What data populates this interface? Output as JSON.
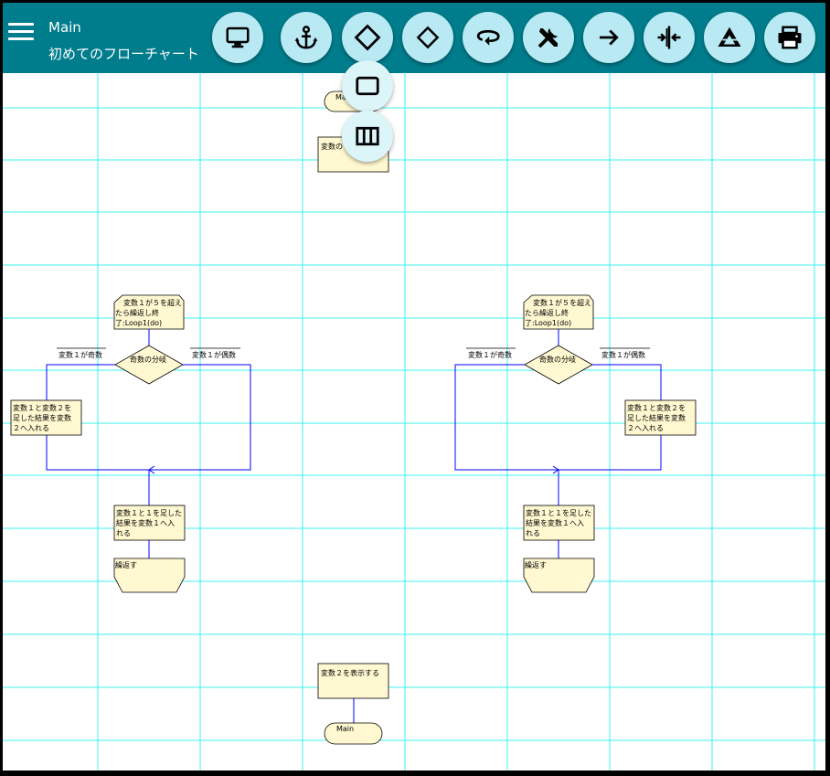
{
  "header": {
    "title": "Main",
    "subtitle": "初めてのフローチャート"
  },
  "toolbar": [
    "monitor-icon",
    "anchor-icon",
    "diamond-icon",
    "diamond-outline-icon",
    "loop-icon",
    "tools-icon",
    "arrow-right-icon",
    "split-icon",
    "triangle-icon",
    "printer-icon"
  ],
  "popup": [
    "rectangle-icon",
    "columns-icon"
  ],
  "chart": {
    "top_terminal": "Main",
    "top_process": "変数の",
    "left": {
      "loop_label": [
        "変数１が５を超え",
        "たら繰返し終",
        "了:Loop1(do)"
      ],
      "branch_left": "変数１が奇数",
      "branch_right": "変数１が偶数",
      "decision": "奇数の分岐",
      "process": [
        "変数１と変数２を",
        "足した結果を変数",
        "２へ入れる"
      ],
      "increment": [
        "変数１と１を足した",
        "結果を変数１へ入",
        "れる"
      ],
      "repeat": "繰返す"
    },
    "right": {
      "loop_label": [
        "変数１が５を超え",
        "たら繰返し終",
        "了:Loop1(do)"
      ],
      "branch_left": "変数１が奇数",
      "branch_right": "変数１が偶数",
      "decision": "奇数の分岐",
      "process": [
        "変数１と変数２を",
        "足した結果を変数",
        "２へ入れる"
      ],
      "increment": [
        "変数１と１を足した",
        "結果を変数１へ入",
        "れる"
      ],
      "repeat": "繰返す"
    },
    "bottom_process": "変数２を表示する",
    "bottom_terminal": "Main"
  }
}
